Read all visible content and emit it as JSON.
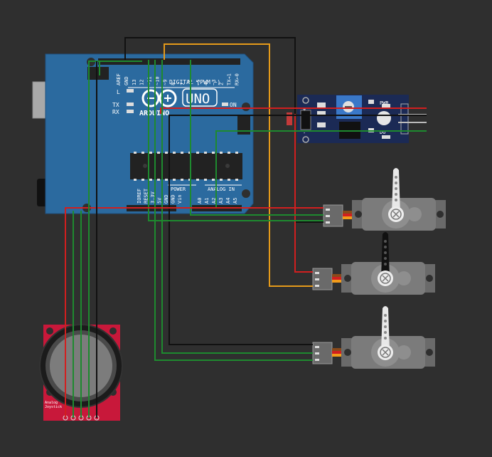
{
  "colors": {
    "background": "#2f2f2f",
    "board": "#2b6a9f",
    "board_edge": "#1f5180",
    "wire_red": "#d11f1f",
    "wire_black": "#111111",
    "wire_green": "#1e8a2f",
    "wire_orange": "#e59a1a",
    "joystick_board": "#c8183a",
    "sensor_board": "#1b2a55",
    "servo_body": "#7b7b7b"
  },
  "arduino": {
    "top_labels": [
      "AREF",
      "GND",
      "13",
      "12",
      "~11",
      "~10",
      "~9",
      "8",
      "7",
      "~6",
      "~5",
      "4",
      "~3",
      "2",
      "TX→1",
      "RX←0"
    ],
    "digital_label": "DIGITAL (PWM ~)",
    "brand": "ARDUINO",
    "model": "UNO",
    "led_l": "L",
    "led_tx": "TX",
    "led_rx": "RX",
    "led_on": "ON",
    "power_header_labels": [
      "IOREF",
      "RESET",
      "3.3V",
      "5V",
      "GND",
      "GND",
      "Vin"
    ],
    "power_label": "POWER",
    "analog_header_labels": [
      "A0",
      "A1",
      "A2",
      "A3",
      "A4",
      "A5"
    ],
    "analog_label": "ANALOG IN"
  },
  "sensor_module": {
    "pin_labels": [
      "+",
      "-"
    ],
    "right_labels": [
      "PWR",
      "DO"
    ]
  },
  "joystick": {
    "label_line1": "Analog",
    "label_line2": "Joystick"
  },
  "icons": {
    "arduino_logo": "infinity-logo-icon"
  }
}
